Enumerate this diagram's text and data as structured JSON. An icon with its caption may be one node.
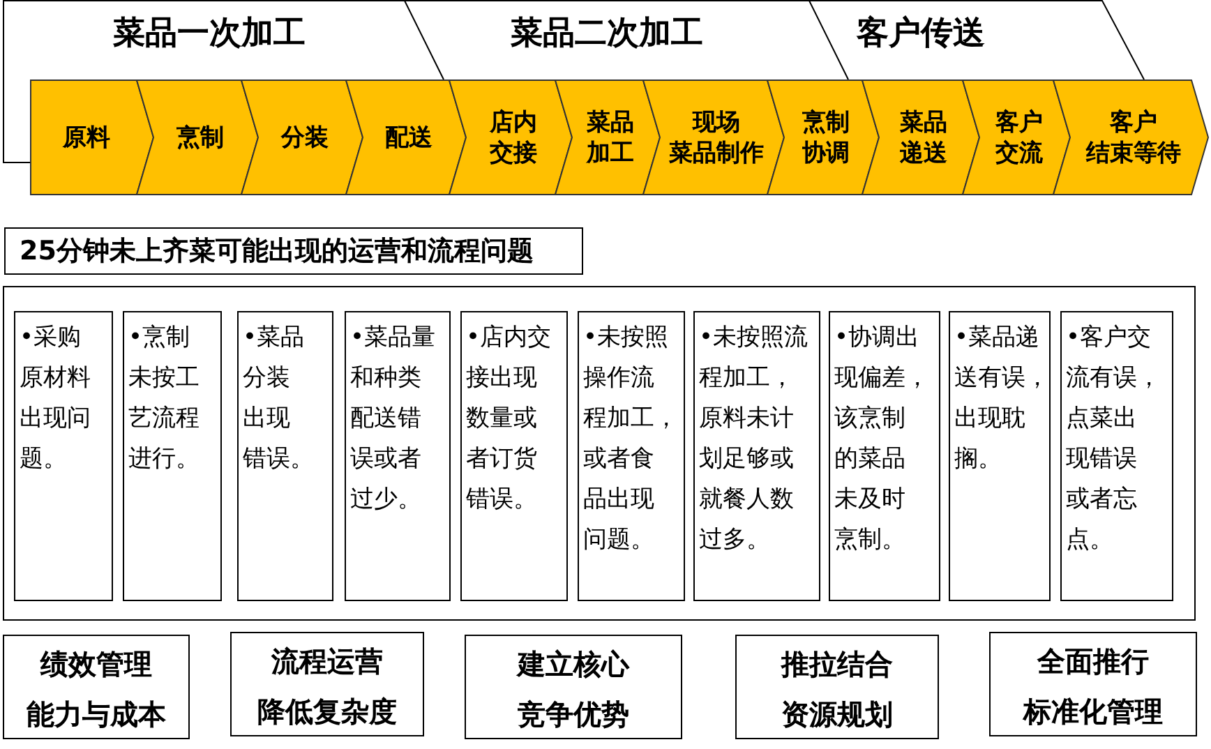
{
  "diagram": {
    "nodes": [
      {
        "text": [
          "菜品一次加工"
        ]
      },
      {
        "text": [
          "菜品二次加工"
        ]
      },
      {
        "text": [
          "客户传送"
        ]
      },
      {
        "text": [
          "原料"
        ]
      },
      {
        "text": [
          "烹制"
        ]
      },
      {
        "text": [
          "分装"
        ]
      },
      {
        "text": [
          "配送"
        ]
      },
      {
        "text": [
          "店内交接"
        ]
      },
      {
        "text": [
          "菜品加工"
        ]
      },
      {
        "text": [
          "现场菜品制作"
        ]
      },
      {
        "text": [
          "烹制协调"
        ]
      },
      {
        "text": [
          "菜品递送"
        ]
      },
      {
        "text": [
          "客户交流"
        ]
      },
      {
        "text": [
          "客户结束等待"
        ]
      },
      {
        "text": [
          "25分钟未上齐菜可能出现的运营和流程问题"
        ]
      },
      {
        "text": [],
        "shape": "box"
      },
      {
        "text": [
          "•采购原材料出现问题。"
        ],
        "in": 15
      },
      {
        "text": [
          "•烹制未按工艺流程进行。"
        ],
        "in": 15
      },
      {
        "text": [
          "•菜品分装出现错误。"
        ],
        "in": 15
      },
      {
        "text": [
          "•菜品量和种类配送错误或者过少。"
        ],
        "in": 15
      },
      {
        "text": [
          "•店内交接出现数量或者订货错误。"
        ],
        "in": 15
      },
      {
        "text": [
          "•未按照操作流程加工，或者食品出现问题。"
        ],
        "in": 15
      },
      {
        "text": [
          "•未按照流程加工，原料未计划足够或就餐人数过多。"
        ],
        "in": 15
      },
      {
        "text": [
          "•协调出现偏差，该烹制的菜品未及时烹制。"
        ],
        "in": 15
      },
      {
        "text": [
          "•菜品递送有误，出现耽搁。"
        ],
        "in": 15
      },
      {
        "text": [
          "•客户交流有误，点菜出现错误或者忘点。"
        ],
        "in": 15
      },
      {
        "text": [
          "绩效管理能力与成本"
        ]
      },
      {
        "text": [
          "流程运营降低复杂度"
        ]
      },
      {
        "text": [
          "建立核心竞争优势"
        ]
      },
      {
        "text": [
          "推拉结合资源规划"
        ]
      },
      {
        "text": [
          "全面推行标准化管理"
        ]
      }
    ]
  }
}
